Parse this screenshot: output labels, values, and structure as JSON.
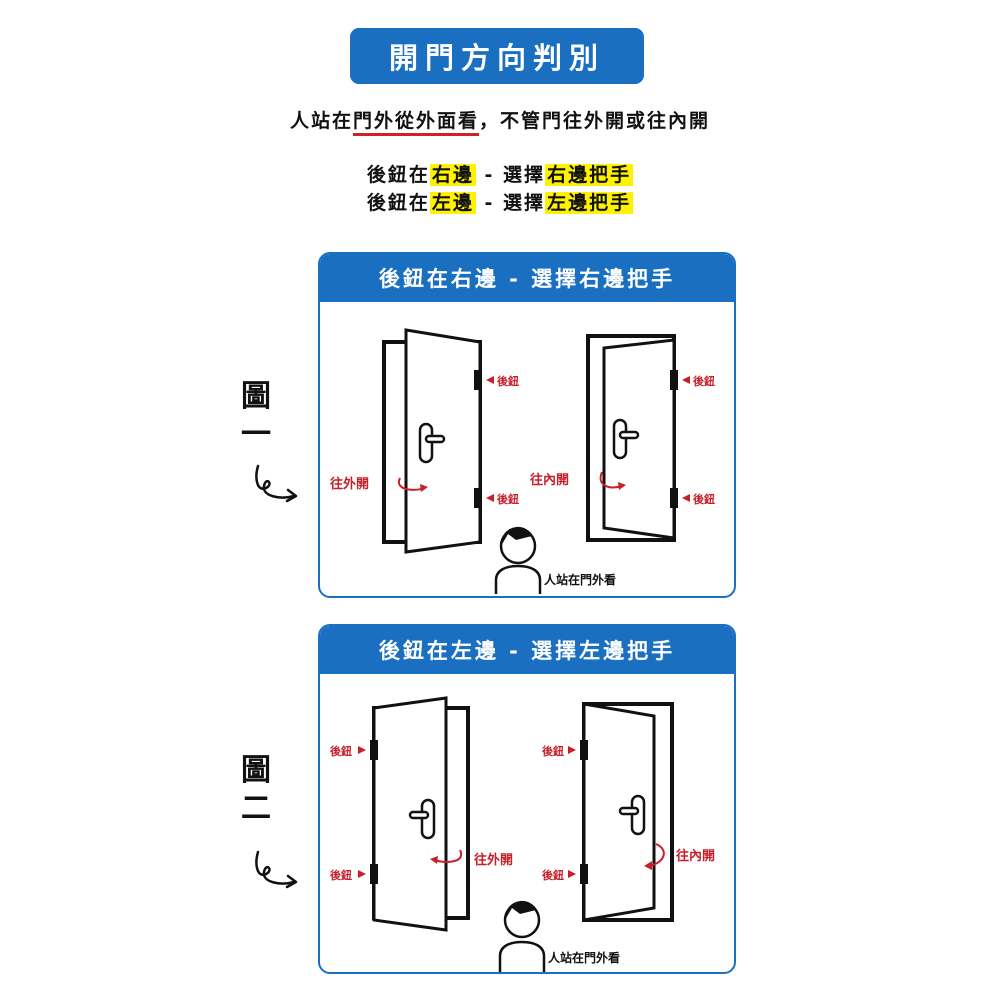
{
  "title": "開門方向判別",
  "intro": {
    "before": "人站在",
    "underlined": "門外從外面看",
    "after": "，不管門往外開或往內開"
  },
  "rules": [
    {
      "a": "後鈕在",
      "b": "右邊",
      "c": " - 選擇",
      "d": "右邊把手"
    },
    {
      "a": "後鈕在",
      "b": "左邊",
      "c": " - 選擇",
      "d": "左邊把手"
    }
  ],
  "figure1": {
    "label_chars": [
      "圖",
      "一"
    ],
    "header": "後鈕在右邊 - 選擇右邊把手",
    "hinge": "後鈕",
    "outward": "往外開",
    "inward": "往內開",
    "person": "人站在門外看"
  },
  "figure2": {
    "label_chars": [
      "圖",
      "二"
    ],
    "header": "後鈕在左邊 - 選擇左邊把手",
    "hinge": "後鈕",
    "outward": "往外開",
    "inward": "往內開",
    "person": "人站在門外看"
  },
  "colors": {
    "accent": "#1a6fc0",
    "highlight": "#fff200",
    "arrow": "#c8202a"
  }
}
